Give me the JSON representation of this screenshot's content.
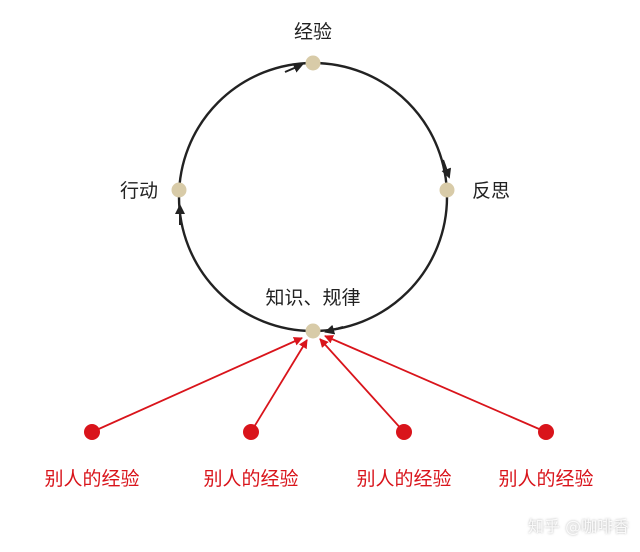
{
  "diagram": {
    "cycle_nodes": {
      "top": "经验",
      "right": "反思",
      "bottom": "知识、规律",
      "left": "行动"
    },
    "sources": [
      "别人的经验",
      "别人的经验",
      "别人的经验",
      "别人的经验"
    ]
  },
  "colors": {
    "cycle_stroke": "#222222",
    "node_fill": "#d8cba8",
    "source_red": "#d9141b"
  },
  "watermark": "知乎 @咖啡香"
}
